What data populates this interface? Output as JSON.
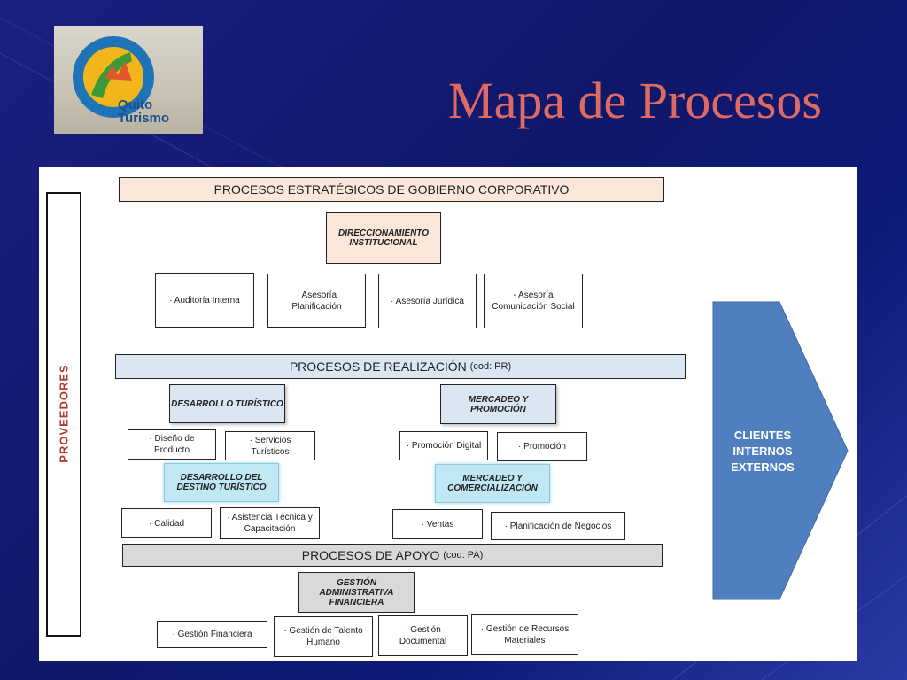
{
  "logo": {
    "line1": "Quito",
    "line2": "Turismo"
  },
  "title": "Mapa de Procesos",
  "colors": {
    "title": "#e06a63",
    "band_strategic": "#fbe6da",
    "band_realization": "#dbe6f3",
    "band_support": "#d9d9d9",
    "clients_arrow": "#4f7fbf"
  },
  "diagram": {
    "proveedores": "PROVEEDORES",
    "estrategicos": {
      "band": "PROCESOS ESTRATÉGICOS DE GOBIERNO CORPORATIVO",
      "head": "DIRECCIONAMIENTO INSTITUCIONAL",
      "items": [
        "· Auditoría Interna",
        "· Asesoría Planificación",
        "· Asesoría Jurídica",
        "- Asesoría Comunicación Social"
      ]
    },
    "realizacion": {
      "band": "PROCESOS DE REALIZACIÓN",
      "band_code": "(cod: PR)",
      "desarrollo_head": "DESARROLLO TURÍSTICO",
      "desarrollo_items": [
        "· Diseño de Producto",
        "· Servicios Turísticos"
      ],
      "destino_head": "DESARROLLO DEL DESTINO TURÍSTICO",
      "destino_items": [
        "· Calidad",
        "· Asistencia Técnica y Capacitación"
      ],
      "mercadeo_head": "MERCADEO Y PROMOCIÓN",
      "mercadeo_items": [
        "· Promoción Digital",
        "· Promoción"
      ],
      "comercial_head": "MERCADEO Y COMERCIALIZACIÓN",
      "comercial_items": [
        "· Ventas",
        "· Planificación de Negocios"
      ]
    },
    "apoyo": {
      "band": "PROCESOS DE APOYO",
      "band_code": "(cod: PA)",
      "head": "GESTIÓN ADMINISTRATIVA FINANCIERA",
      "items": [
        "· Gestión Financiera",
        "· Gestión de Talento Humano",
        "· Gestión Documental",
        "· Gestión de Recursos Materiales"
      ]
    },
    "clientes": {
      "line1": "CLIENTES",
      "line2": "INTERNOS",
      "line3": "EXTERNOS"
    }
  }
}
